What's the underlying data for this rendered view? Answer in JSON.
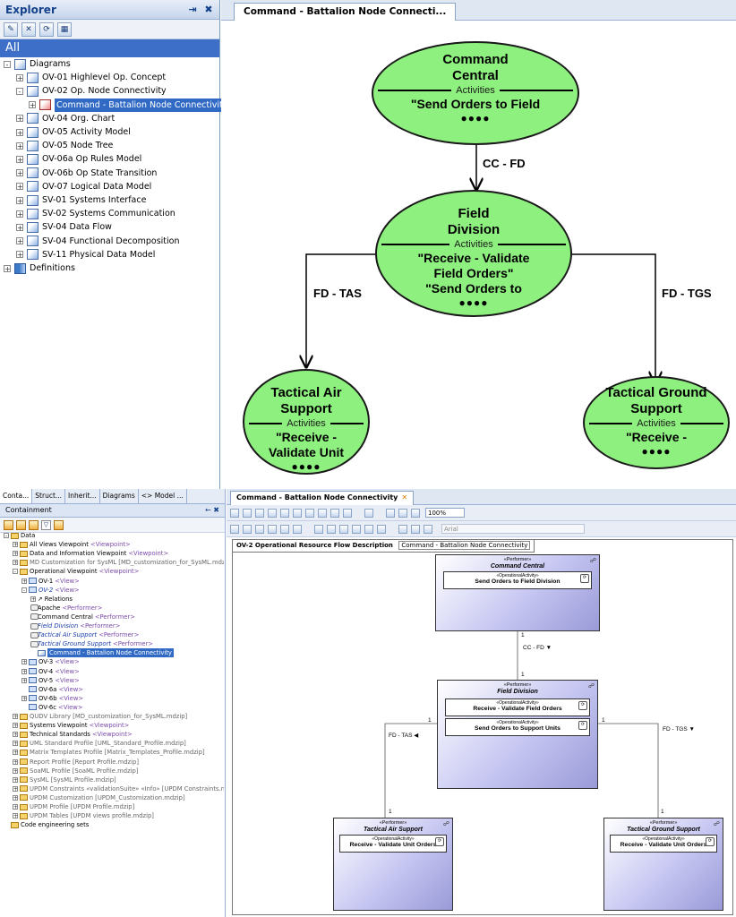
{
  "top": {
    "explorer": {
      "title": "Explorer",
      "pin": "←",
      "close": "✖",
      "all_label": "All",
      "tree": [
        {
          "label": "Diagrams",
          "level": 0,
          "expander": "-",
          "icon": "diag"
        },
        {
          "label": "OV-01 Highlevel Op. Concept",
          "level": 1,
          "expander": "+",
          "icon": "diag"
        },
        {
          "label": "OV-02 Op. Node Connectivity",
          "level": 1,
          "expander": "-",
          "icon": "diag"
        },
        {
          "label": "Command - Battalion Node Connectivity",
          "level": 2,
          "expander": "+",
          "icon": "red",
          "selected": true
        },
        {
          "label": "OV-04 Org. Chart",
          "level": 1,
          "expander": "+",
          "icon": "diag"
        },
        {
          "label": "OV-05 Activity Model",
          "level": 1,
          "expander": "+",
          "icon": "diag"
        },
        {
          "label": "OV-05 Node Tree",
          "level": 1,
          "expander": "+",
          "icon": "diag"
        },
        {
          "label": "OV-06a Op Rules Model",
          "level": 1,
          "expander": "+",
          "icon": "diag"
        },
        {
          "label": "OV-06b Op State Transition",
          "level": 1,
          "expander": "+",
          "icon": "diag"
        },
        {
          "label": "OV-07 Logical Data Model",
          "level": 1,
          "expander": "+",
          "icon": "diag"
        },
        {
          "label": "SV-01 Systems Interface",
          "level": 1,
          "expander": "+",
          "icon": "diag"
        },
        {
          "label": "SV-02 Systems Communication",
          "level": 1,
          "expander": "+",
          "icon": "diag"
        },
        {
          "label": "SV-04 Data Flow",
          "level": 1,
          "expander": "+",
          "icon": "diag"
        },
        {
          "label": "SV-04 Functional Decomposition",
          "level": 1,
          "expander": "+",
          "icon": "diag"
        },
        {
          "label": "SV-11 Physical Data Model",
          "level": 1,
          "expander": "+",
          "icon": "diag"
        },
        {
          "label": "Definitions",
          "level": 0,
          "expander": "+",
          "icon": "book"
        }
      ]
    },
    "diagram_tab": "Command - Battalion Node Connecti...",
    "activities_label": "Activities",
    "dots": "●●●●",
    "nodes": {
      "cc": {
        "name1": "Command",
        "name2": "Central",
        "act": "\"Send Orders to Field"
      },
      "fd": {
        "name1": "Field",
        "name2": "Division",
        "act1": "\"Receive - Validate",
        "act2": "Field Orders\"",
        "act3": "\"Send Orders to"
      },
      "tas": {
        "name1": "Tactical Air",
        "name2": "Support",
        "act1": "\"Receive -",
        "act2": "Validate Unit"
      },
      "tgs": {
        "name1": "Tactical Ground",
        "name2": "Support",
        "act1": "\"Receive -"
      }
    },
    "flows": {
      "cc_fd": "CC - FD",
      "fd_tas": "FD - TAS",
      "fd_tgs": "FD - TGS"
    }
  },
  "bottom": {
    "left": {
      "tabs": [
        "Conta...",
        "Struct...",
        "Inherit...",
        "Diagrams",
        "<> Model ..."
      ],
      "header": "Containment",
      "header_ctl": "← ✖",
      "tree": [
        {
          "label": "Data",
          "level": 0,
          "exp": "-",
          "icon": "pkg"
        },
        {
          "label": "All Views Viewpoint",
          "st": "<Viewpoint>",
          "level": 1,
          "exp": "+",
          "icon": "pkg"
        },
        {
          "label": "Data and Information Viewpoint",
          "st": "<Viewpoint>",
          "level": 1,
          "exp": "+",
          "icon": "pkg"
        },
        {
          "label": "MD Customization for SysML [MD_customization_for_SysML.mdzip]",
          "level": 1,
          "exp": "+",
          "icon": "pkg",
          "gray": true
        },
        {
          "label": "Operational Viewpoint",
          "st": "<Viewpoint>",
          "level": 1,
          "exp": "-",
          "icon": "pkg"
        },
        {
          "label": "OV-1",
          "st": "<View>",
          "level": 2,
          "exp": "+",
          "icon": "view"
        },
        {
          "label": "OV-2",
          "st": "<View>",
          "level": 2,
          "exp": "-",
          "icon": "view",
          "blue": true
        },
        {
          "label": "Relations",
          "level": 3,
          "exp": "+",
          "icon": "none"
        },
        {
          "label": "Apache",
          "st": "<Performer>",
          "level": 3,
          "exp": "",
          "icon": "perf"
        },
        {
          "label": "Command Central",
          "st": "<Performer>",
          "level": 3,
          "exp": "",
          "icon": "perf"
        },
        {
          "label": "Field Division",
          "st": "<Performer>",
          "level": 3,
          "exp": "",
          "icon": "perf",
          "blue": true
        },
        {
          "label": "Tactical Air Support",
          "st": "<Performer>",
          "level": 3,
          "exp": "",
          "icon": "perf",
          "blue": true
        },
        {
          "label": "Tactical Ground Support",
          "st": "<Performer>",
          "level": 3,
          "exp": "",
          "icon": "perf",
          "blue": true
        },
        {
          "label": "Command - Battalion Node Connectivity",
          "level": 3,
          "exp": "",
          "icon": "diag",
          "selected": true
        },
        {
          "label": "OV-3",
          "st": "<View>",
          "level": 2,
          "exp": "+",
          "icon": "view"
        },
        {
          "label": "OV-4",
          "st": "<View>",
          "level": 2,
          "exp": "+",
          "icon": "view"
        },
        {
          "label": "OV-5",
          "st": "<View>",
          "level": 2,
          "exp": "+",
          "icon": "view"
        },
        {
          "label": "OV-6a",
          "st": "<View>",
          "level": 2,
          "exp": "",
          "icon": "view"
        },
        {
          "label": "OV-6b",
          "st": "<View>",
          "level": 2,
          "exp": "+",
          "icon": "view"
        },
        {
          "label": "OV-6c",
          "st": "<View>",
          "level": 2,
          "exp": "",
          "icon": "view"
        },
        {
          "label": "QUDV Library [MD_customization_for_SysML.mdzip]",
          "level": 1,
          "exp": "+",
          "icon": "pkg",
          "gray": true
        },
        {
          "label": "Systems Viewpoint",
          "st": "<Viewpoint>",
          "level": 1,
          "exp": "+",
          "icon": "pkg"
        },
        {
          "label": "Technical Standards",
          "st": "<Viewpoint>",
          "level": 1,
          "exp": "+",
          "icon": "pkg"
        },
        {
          "label": "UML Standard Profile [UML_Standard_Profile.mdzip]",
          "level": 1,
          "exp": "+",
          "icon": "pkg",
          "gray": true
        },
        {
          "label": "Matrix Templates Profile [Matrix_Templates_Profile.mdzip]",
          "level": 1,
          "exp": "+",
          "icon": "pkg",
          "gray": true
        },
        {
          "label": "Report Profile [Report Profile.mdzip]",
          "level": 1,
          "exp": "+",
          "icon": "pkg",
          "gray": true
        },
        {
          "label": "SoaML Profile [SoaML Profile.mdzip]",
          "level": 1,
          "exp": "+",
          "icon": "pkg",
          "gray": true
        },
        {
          "label": "SysML [SysML Profile.mdzip]",
          "level": 1,
          "exp": "+",
          "icon": "pkg",
          "gray": true
        },
        {
          "label": "UPDM Constraints «validationSuite» «Info» [UPDM Constraints.mdzip]",
          "level": 1,
          "exp": "+",
          "icon": "pkg",
          "gray": true
        },
        {
          "label": "UPDM Customization [UPDM_Customization.mdzip]",
          "level": 1,
          "exp": "+",
          "icon": "pkg",
          "gray": true
        },
        {
          "label": "UPDM Profile [UPDM Profile.mdzip]",
          "level": 1,
          "exp": "+",
          "icon": "pkg",
          "gray": true
        },
        {
          "label": "UPDM Tables [UPDM views profile.mdzip]",
          "level": 1,
          "exp": "+",
          "icon": "pkg",
          "gray": true
        },
        {
          "label": "Code engineering sets",
          "level": 0,
          "exp": "",
          "icon": "pkg"
        }
      ]
    },
    "right": {
      "tab": "Command - Battalion Node Connectivity",
      "tab_close": "✕",
      "zoom": "100%",
      "font": "Arial",
      "frame_title": "OV-2 Operational Resource Flow Description",
      "frame_ref": "Command - Battalion Node Connectivity",
      "performer_st": "«Performer»",
      "activity_st": "«OperationalActivity»",
      "performers": {
        "cc": {
          "name": "Command Central",
          "acts": [
            "Send Orders to Field Division"
          ]
        },
        "fd": {
          "name": "Field Division",
          "acts": [
            "Receive - Validate Field Orders",
            "Send Orders to Support Units"
          ]
        },
        "tas": {
          "name": "Tactical Air Support",
          "acts": [
            "Receive - Validate Unit Orders"
          ]
        },
        "tgs": {
          "name": "Tactical Ground Support",
          "acts": [
            "Receive - Validate Unit Orders"
          ]
        }
      },
      "connectors": {
        "cc_fd": "CC - FD ▼",
        "fd_tas": "FD - TAS ◀",
        "fd_tgs": "FD - TGS ▼",
        "mult": "1"
      }
    }
  },
  "colors": {
    "ellipse_fill": "#8ef07e",
    "selection": "#316ac5",
    "performer_fill": "#c6c6f2"
  }
}
